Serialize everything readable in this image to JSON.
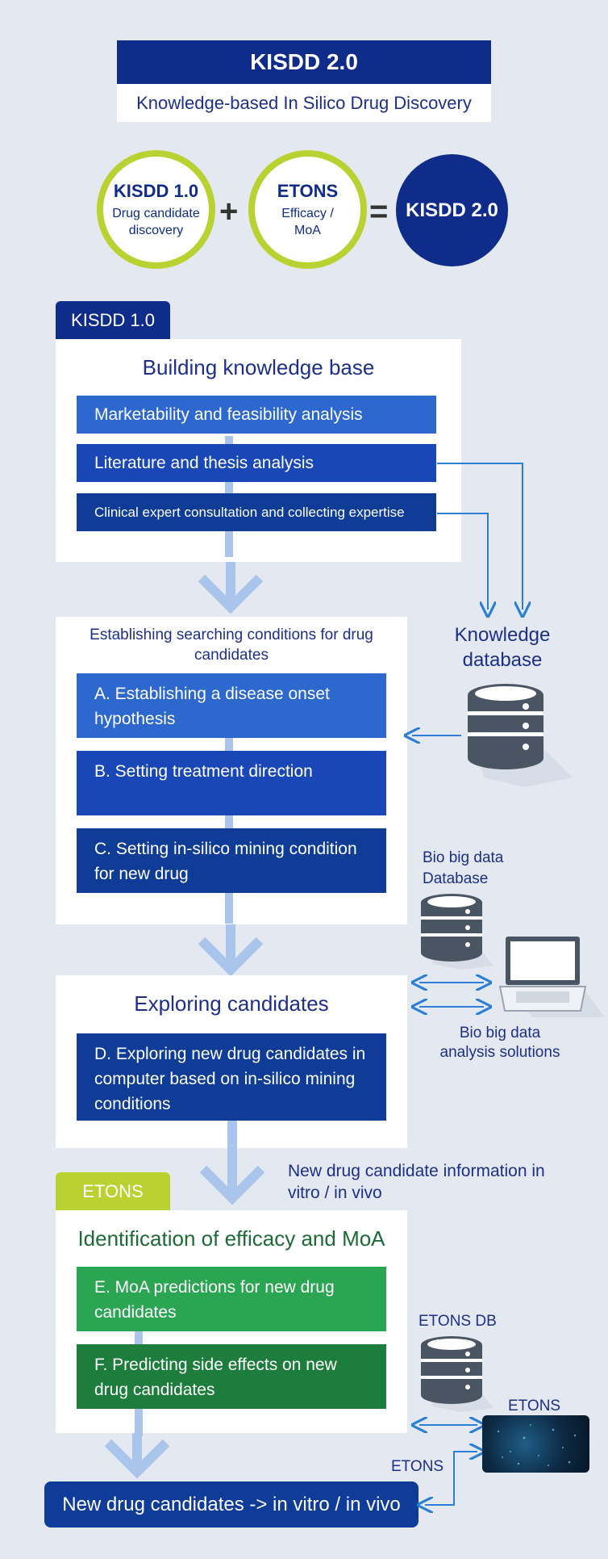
{
  "header": {
    "title": "KISDD 2.0",
    "subtitle": "Knowledge-based In Silico Drug Discovery"
  },
  "equation": {
    "kisdd1_title": "KISDD 1.0",
    "kisdd1_desc": "Drug candidate discovery",
    "plus": "+",
    "etons_title": "ETONS",
    "etons_desc": "Efficacy / MoA",
    "equals": "=",
    "result": "KISDD 2.0"
  },
  "kisdd_section": {
    "tab": "KISDD 1.0",
    "knowledge": {
      "heading": "Building knowledge base",
      "items": [
        "Marketability and feasibility analysis",
        "Literature and thesis analysis",
        "Clinical expert consultation and collecting expertise"
      ]
    },
    "conditions": {
      "heading": "Establishing searching conditions for drug candidates",
      "items": [
        "A. Establishing a disease onset hypothesis",
        "B. Setting treatment direction",
        "C. Setting in-silico mining condition for new drug"
      ]
    },
    "exploring": {
      "heading": "Exploring candidates",
      "item": "D. Exploring new drug candidates in computer based on in-silico mining conditions"
    }
  },
  "side": {
    "knowledge_db": "Knowledge database",
    "bio_db": "Bio big data Database",
    "bio_solutions": "Bio big data analysis solutions",
    "new_info": "New drug candidate information in vitro / in vivo",
    "etons_db": "ETONS DB",
    "etons_label_top": "ETONS",
    "etons_label_bottom": "ETONS"
  },
  "etons_section": {
    "tab": "ETONS",
    "heading": "Identification of efficacy and MoA",
    "items": [
      "E. MoA predictions for new drug candidates",
      "F. Predicting side effects on new drug candidates"
    ]
  },
  "final": "New drug candidates -> in vitro / in vivo",
  "colors": {
    "navy": "#0f2c8a",
    "lime": "#b9d131",
    "blue_light": "#2d68cf",
    "blue_mid": "#1a47b8",
    "blue_dark": "#0e3c96",
    "green_light": "#2aa552",
    "green_dark": "#1d7d3d",
    "background": "#e4e8f0"
  }
}
